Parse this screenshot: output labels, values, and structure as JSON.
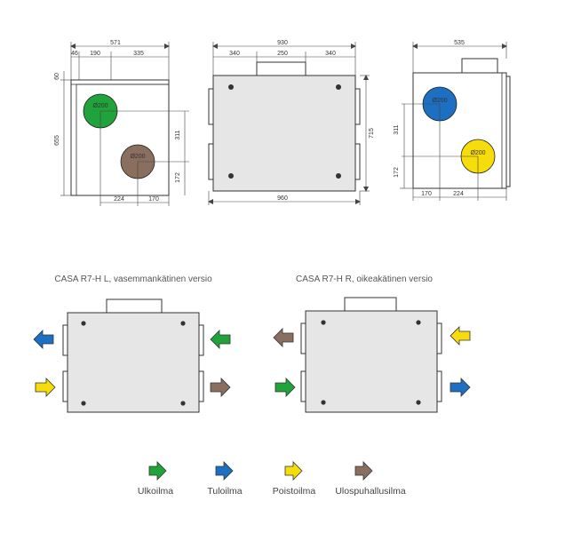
{
  "colors": {
    "ulkoilma": "#1fa33a",
    "tuloilma": "#1d6fc2",
    "poistoilma": "#f5dc0a",
    "ulospuhallusilma": "#8a6f5f",
    "outline": "#333333",
    "panel": "#e6e6e6"
  },
  "views": {
    "left": {
      "dims": {
        "total_width": "571",
        "w46": "46",
        "w190": "190",
        "w335": "335",
        "h60": "60",
        "h655": "655",
        "h311": "311",
        "h172": "172",
        "b224": "224",
        "b170": "170"
      },
      "ducts": [
        {
          "label": "Ø200",
          "color": "ulkoilma"
        },
        {
          "label": "Ø200",
          "color": "ulospuhallusilma"
        }
      ]
    },
    "front": {
      "dims": {
        "w930": "930",
        "w340a": "340",
        "w250": "250",
        "w340b": "340",
        "h715": "715",
        "w960": "960"
      }
    },
    "right": {
      "dims": {
        "w535": "535",
        "h311": "311",
        "h172": "172",
        "b170": "170",
        "b224": "224"
      },
      "ducts": [
        {
          "label": "Ø200",
          "color": "tuloilma"
        },
        {
          "label": "Ø200",
          "color": "poistoilma"
        }
      ]
    }
  },
  "versions": [
    {
      "caption": "CASA R7-H L, vasemmankätinen versio"
    },
    {
      "caption": "CASA R7-H R, oikeakätinen versio"
    }
  ],
  "legend": [
    {
      "label": "Ulkoilma",
      "color": "ulkoilma"
    },
    {
      "label": "Tuloilma",
      "color": "tuloilma"
    },
    {
      "label": "Poistoilma",
      "color": "poistoilma"
    },
    {
      "label": "Ulospuhallusilma",
      "color": "ulospuhallusilma"
    }
  ]
}
